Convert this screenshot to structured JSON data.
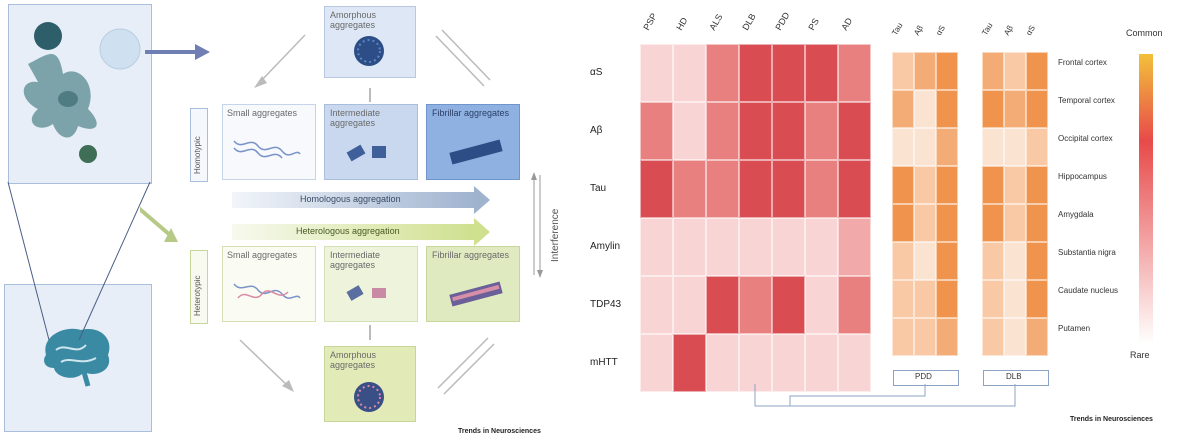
{
  "left_panel": {
    "amorphous_top": "Amorphous aggregates",
    "amorphous_bottom": "Amorphous aggregates",
    "homotypic": "Homotypic",
    "heterotypic": "Heterotypic",
    "homo_small": "Small aggregates",
    "homo_intermediate": "Intermediate aggregates",
    "homo_fibrillar": "Fibrillar aggregates",
    "hetero_small": "Small aggregates",
    "hetero_intermediate": "Intermediate aggregates",
    "hetero_fibrillar": "Fibrillar aggregates",
    "homologous_arrow": "Homologous aggregation",
    "heterologous_arrow": "Heterologous aggregation",
    "interference": "Interference",
    "journal": "Trends in Neurosciences"
  },
  "right_panel": {
    "journal": "Trends in Neurosciences",
    "legend_top": "Common",
    "legend_bottom": "Rare",
    "group_pdd": "PDD",
    "group_dlb": "DLB"
  },
  "chart_data": [
    {
      "type": "heatmap",
      "columns": [
        "PSP",
        "HD",
        "ALS",
        "DLB",
        "PDD",
        "PS",
        "AD"
      ],
      "rows": [
        "αS",
        "Aβ",
        "Tau",
        "Amylin",
        "TDP43",
        "mHTT"
      ],
      "values": [
        [
          1,
          1,
          3,
          4,
          4,
          4,
          3
        ],
        [
          3,
          1,
          3,
          4,
          4,
          3,
          4
        ],
        [
          4,
          3,
          3,
          4,
          4,
          3,
          4
        ],
        [
          1,
          1,
          1,
          1,
          1,
          1,
          2
        ],
        [
          1,
          1,
          4,
          3,
          4,
          1,
          3
        ],
        [
          1,
          4,
          1,
          1,
          1,
          1,
          1
        ]
      ],
      "scale": [
        "#f8d4d4",
        "#f2a9a9",
        "#e98080",
        "#d94d52"
      ]
    },
    {
      "type": "heatmap",
      "group": "PDD",
      "columns": [
        "Tau",
        "Aβ",
        "αS"
      ],
      "rows": [
        "Frontal cortex",
        "Temporal cortex",
        "Occipital cortex",
        "Hippocampus",
        "Amygdala",
        "Substantia nigra",
        "Caudate nucleus",
        "Putamen"
      ],
      "values": [
        [
          2,
          3,
          4
        ],
        [
          3,
          1,
          4
        ],
        [
          1,
          1,
          3
        ],
        [
          4,
          2,
          4
        ],
        [
          4,
          2,
          4
        ],
        [
          2,
          1,
          4
        ],
        [
          2,
          2,
          4
        ],
        [
          2,
          2,
          3
        ]
      ],
      "scale": [
        "#fbe3d2",
        "#f8c9a4",
        "#f4ac76",
        "#f0944d"
      ]
    },
    {
      "type": "heatmap",
      "group": "DLB",
      "columns": [
        "Tau",
        "Aβ",
        "αS"
      ],
      "rows": [
        "Frontal cortex",
        "Temporal cortex",
        "Occipital cortex",
        "Hippocampus",
        "Amygdala",
        "Substantia nigra",
        "Caudate nucleus",
        "Putamen"
      ],
      "values": [
        [
          3,
          2,
          4
        ],
        [
          4,
          3,
          4
        ],
        [
          1,
          1,
          2
        ],
        [
          4,
          2,
          4
        ],
        [
          4,
          2,
          4
        ],
        [
          2,
          1,
          4
        ],
        [
          2,
          1,
          4
        ],
        [
          2,
          1,
          3
        ]
      ],
      "scale": [
        "#fbe3d2",
        "#f8c9a4",
        "#f4ac76",
        "#f0944d"
      ]
    }
  ]
}
